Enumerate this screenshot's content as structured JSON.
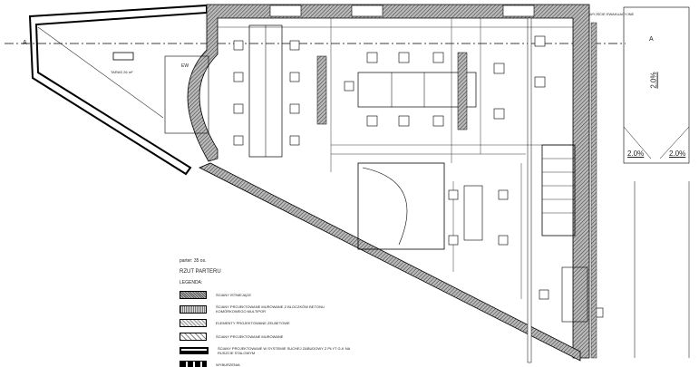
{
  "plan": {
    "occupancy": "parter: 35 os.",
    "title": "RZUT PARTERU",
    "section_marker": "A",
    "terrace_label": "TARAS 26 m²",
    "ew_label": "EW",
    "exit_label": "WYJŚCIE EWAKUACYJNE",
    "slopes": [
      "2.0%",
      "2.0%",
      "2.0%"
    ]
  },
  "legend": {
    "heading": "LEGENDA:",
    "items": [
      {
        "pattern": "existing",
        "label": "ŚCIANY ISTNIEJĄCE"
      },
      {
        "pattern": "multipor",
        "label": "ŚCIANY PROJEKTOWANE MUROWANE Z BLOCZKÓW BETONU KOMÓRKOWEGO MULTIPOR"
      },
      {
        "pattern": "concrete",
        "label": "ELEMENTY PROJEKTOWANE ŻELBETOWE"
      },
      {
        "pattern": "masonry",
        "label": "ŚCIANY PROJEKTOWANE MUROWANE"
      },
      {
        "pattern": "drywall",
        "label": "ŚCIANY PROJEKTOWANE W SYSTEMIE SUCHEJ ZABUDOWY Z PŁYT G-K NA RUSZCIE STALOWYM"
      },
      {
        "pattern": "demolition",
        "label": "WYBURZENIA"
      }
    ]
  }
}
